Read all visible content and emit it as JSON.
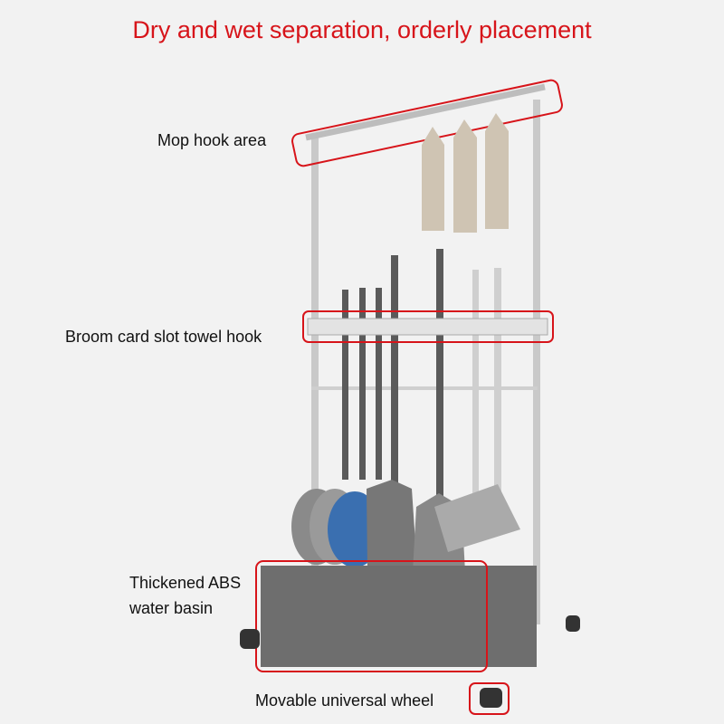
{
  "title": "Dry and wet separation, orderly placement",
  "labels": {
    "mop_hook_area": "Mop hook area",
    "broom_slot": "Broom card slot towel hook",
    "basin_line1": "Thickened ABS",
    "basin_line2": "water basin",
    "wheel": "Movable universal wheel"
  },
  "colors": {
    "accent": "#d7141a",
    "frame": "#c8c8c8",
    "basin": "#6e6e6e",
    "towel": "#cfc4b3"
  }
}
